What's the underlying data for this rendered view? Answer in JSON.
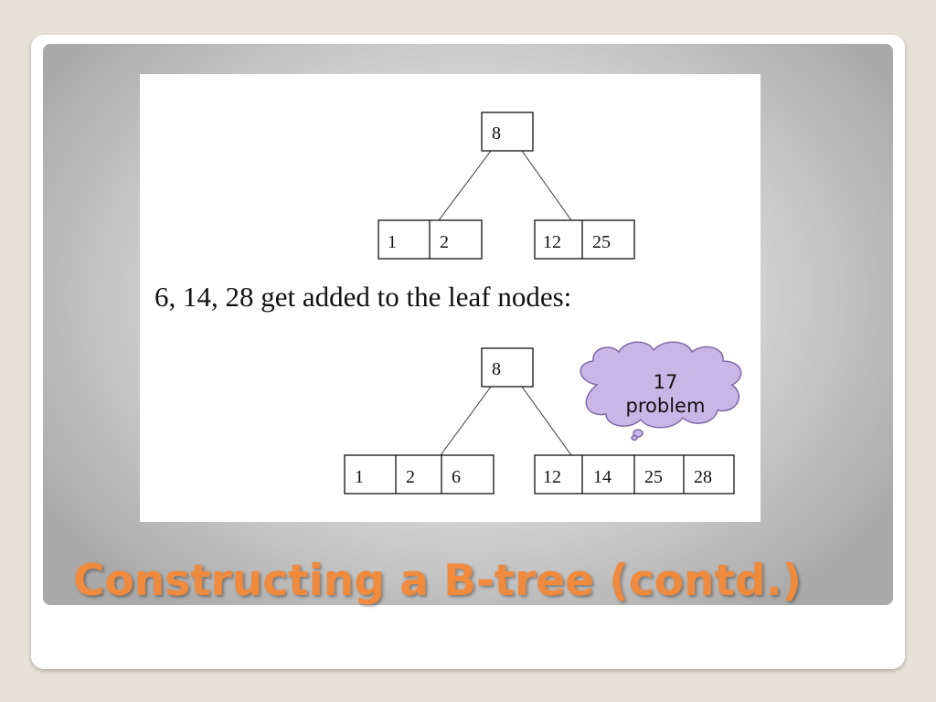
{
  "slide": {
    "title": "Constructing a B-tree (contd.)",
    "caption": "6, 14, 28 get added to the leaf nodes:"
  },
  "tree_before": {
    "root": [
      "8"
    ],
    "leaves": [
      [
        "1",
        "2"
      ],
      [
        "12",
        "25"
      ]
    ]
  },
  "tree_after": {
    "root": [
      "8"
    ],
    "leaves": [
      [
        "1",
        "2",
        "6"
      ],
      [
        "12",
        "14",
        "25",
        "28"
      ]
    ]
  },
  "callout": {
    "line1": "17",
    "line2": "problem",
    "fill": "#c8b7e6",
    "stroke": "#7f6aa8"
  },
  "colors": {
    "title": "#f08a3c"
  }
}
